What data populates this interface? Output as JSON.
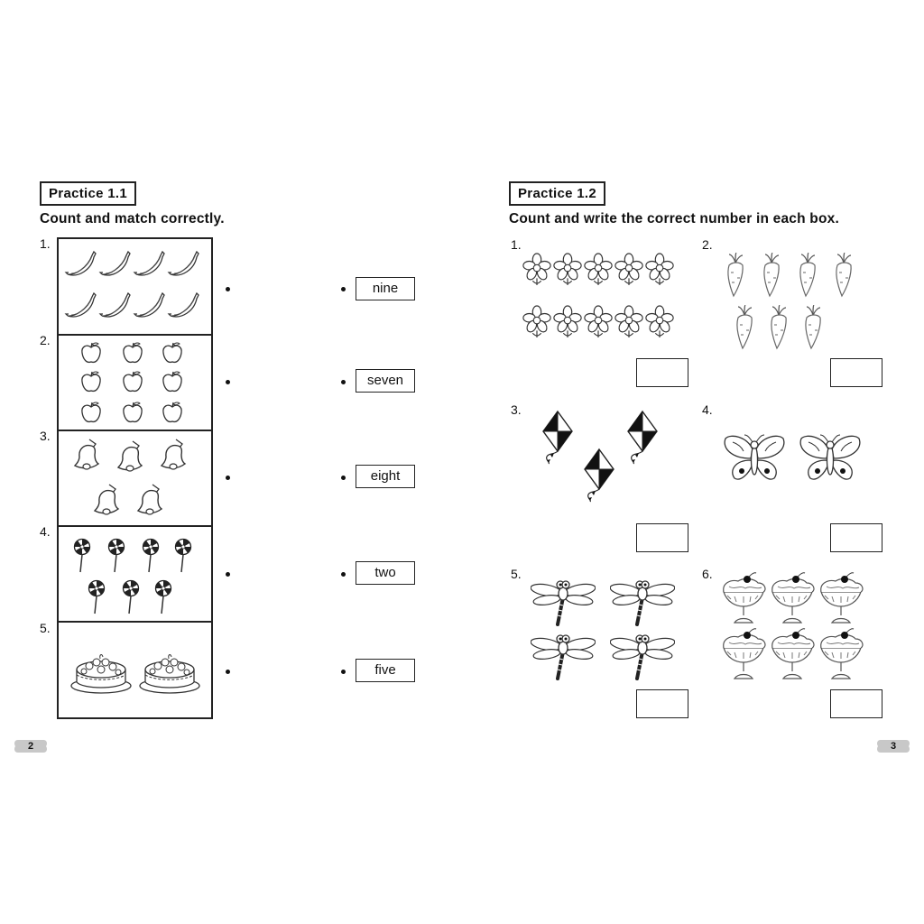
{
  "left": {
    "title": "Practice  1.1",
    "instruction": "Count and match correctly.",
    "items": [
      {
        "num": "1.",
        "picture": "bananas",
        "count": 8
      },
      {
        "num": "2.",
        "picture": "apples",
        "count": 9
      },
      {
        "num": "3.",
        "picture": "bells",
        "count": 5
      },
      {
        "num": "4.",
        "picture": "lollipops",
        "count": 7
      },
      {
        "num": "5.",
        "picture": "cakes",
        "count": 2
      }
    ],
    "words": [
      "nine",
      "seven",
      "eight",
      "two",
      "five"
    ],
    "page_number": "2"
  },
  "right": {
    "title": "Practice  1.2",
    "instruction": "Count and write the correct number in each box.",
    "items": [
      {
        "num": "1.",
        "picture": "flowers",
        "count": 10
      },
      {
        "num": "2.",
        "picture": "carrots",
        "count": 7
      },
      {
        "num": "3.",
        "picture": "kites",
        "count": 3
      },
      {
        "num": "4.",
        "picture": "butterflies",
        "count": 2
      },
      {
        "num": "5.",
        "picture": "dragonflies",
        "count": 4
      },
      {
        "num": "6.",
        "picture": "ice-cream-sundaes",
        "count": 6
      }
    ],
    "page_number": "3"
  },
  "colors": {
    "ink": "#222222",
    "page_badge": "#c8c8c8"
  }
}
